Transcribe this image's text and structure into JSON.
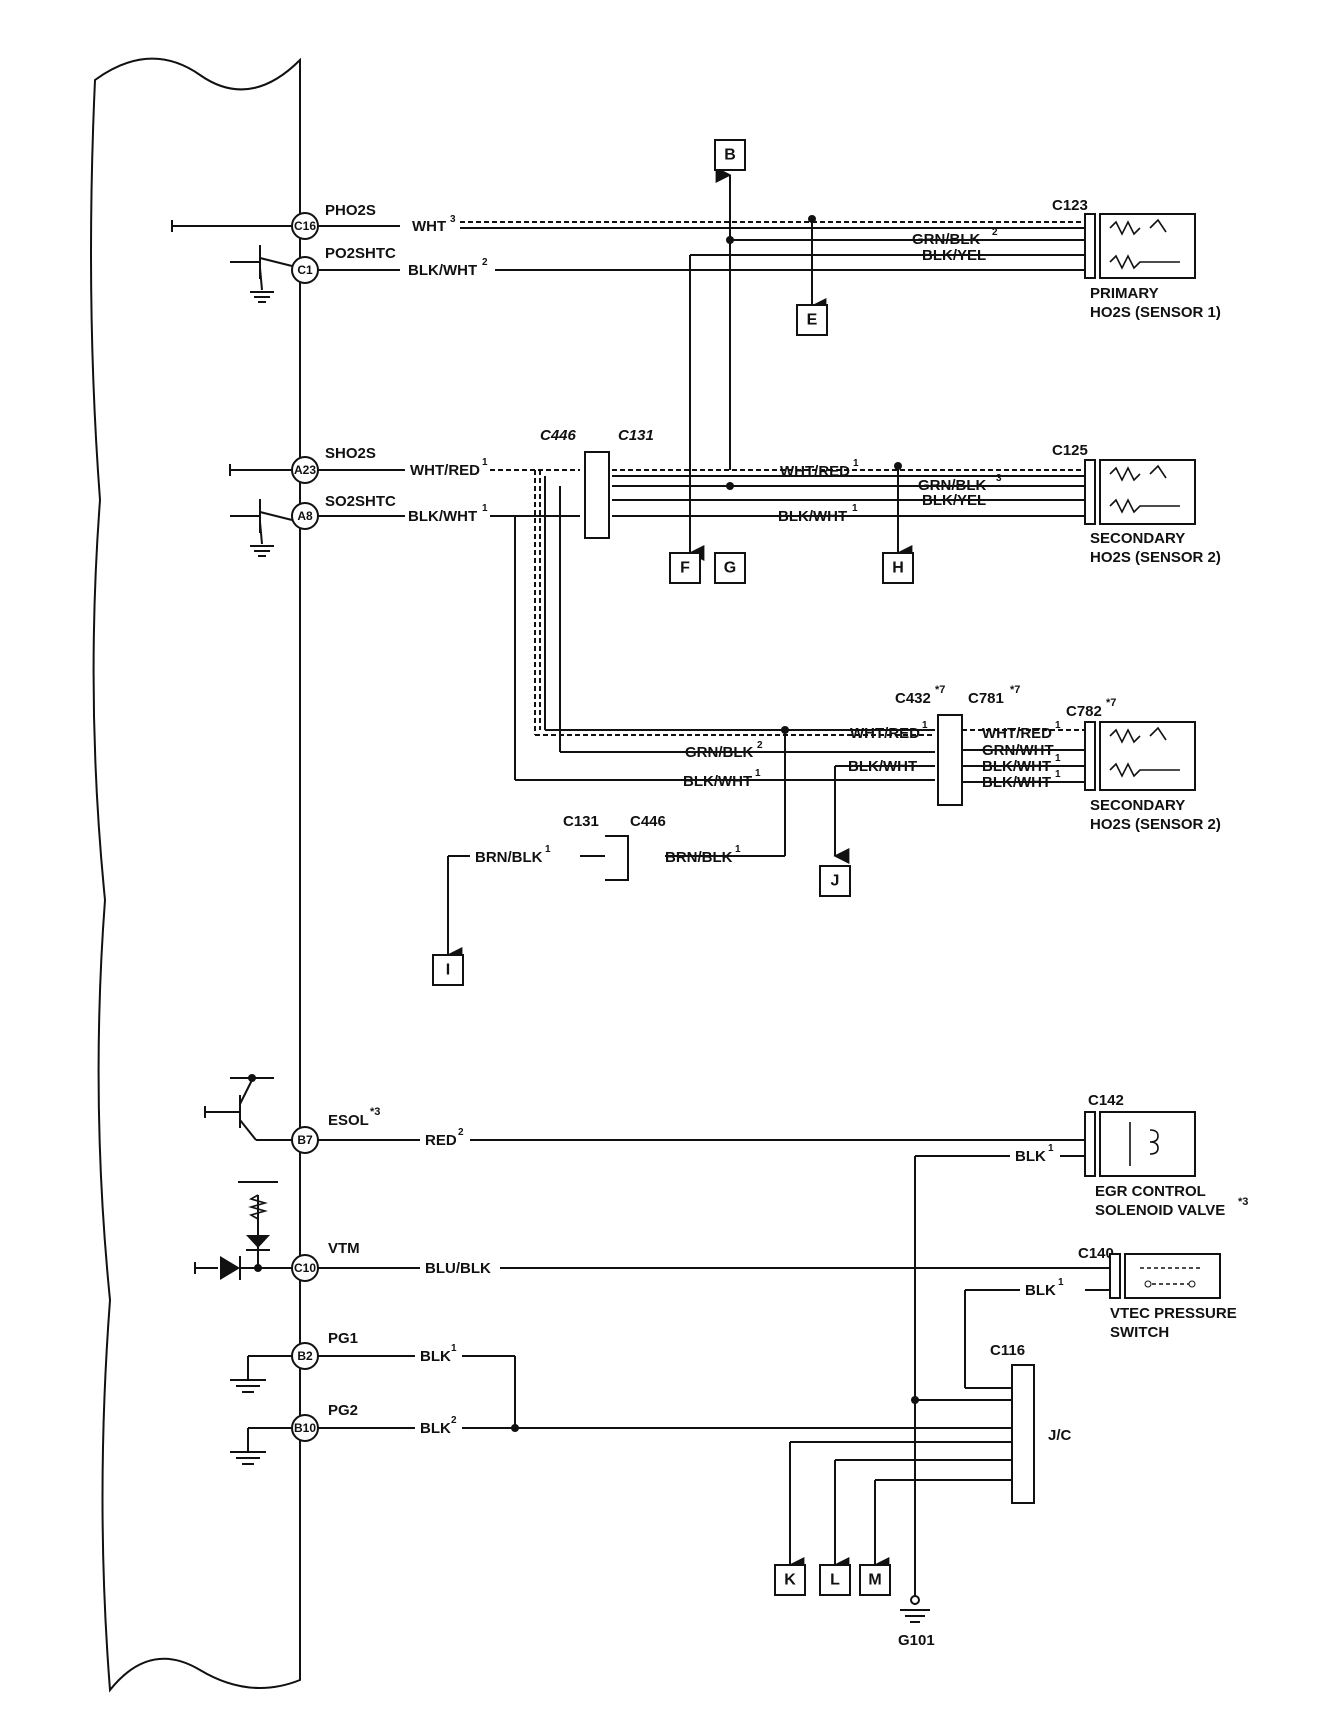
{
  "ecm": {
    "pins": [
      {
        "id": "C16",
        "signal": "PHO2S"
      },
      {
        "id": "C1",
        "signal": "PO2SHTC"
      },
      {
        "id": "A23",
        "signal": "SHO2S"
      },
      {
        "id": "A8",
        "signal": "SO2SHTC"
      },
      {
        "id": "B7",
        "signal": "ESOL",
        "sup": "*3"
      },
      {
        "id": "C10",
        "signal": "VTM"
      },
      {
        "id": "B2",
        "signal": "PG1"
      },
      {
        "id": "B10",
        "signal": "PG2"
      }
    ]
  },
  "wires": {
    "wht3": "WHT",
    "wht3_sup": "3",
    "blkwht2": "BLK/WHT",
    "blkwht2_sup": "2",
    "grnblk2": "GRN/BLK",
    "grnblk2_sup": "2",
    "blkyel": "BLK/YEL",
    "whtred1": "WHT/RED",
    "whtred1_sup": "1",
    "blkwht1": "BLK/WHT",
    "blkwht1_sup": "1",
    "grnblk3": "GRN/BLK",
    "grnblk3_sup": "3",
    "grnwht": "GRN/WHT",
    "blkwht": "BLK/WHT",
    "brnblk1": "BRN/BLK",
    "brnblk1_sup": "1",
    "red2": "RED",
    "red2_sup": "2",
    "blk1": "BLK",
    "blk1_sup": "1",
    "blublk": "BLU/BLK",
    "blk2": "BLK",
    "blk2_sup": "2"
  },
  "connectors": {
    "c123": "C123",
    "c125": "C125",
    "c446": "C446",
    "c131": "C131",
    "c432": "C432",
    "c432_sup": "*7",
    "c781": "C781",
    "c781_sup": "*7",
    "c782": "C782",
    "c782_sup": "*7",
    "c142": "C142",
    "c140": "C140",
    "c116": "C116",
    "jc": "J/C",
    "g101": "G101"
  },
  "components": {
    "primary_l1": "PRIMARY",
    "primary_l2": "HO2S (SENSOR 1)",
    "secondary_l1": "SECONDARY",
    "secondary_l2": "HO2S (SENSOR 2)",
    "egr_l1": "EGR CONTROL",
    "egr_l2": "SOLENOID VALVE",
    "egr_sup": "*3",
    "vtec_l1": "VTEC PRESSURE",
    "vtec_l2": "SWITCH"
  },
  "refs": {
    "B": "B",
    "E": "E",
    "F": "F",
    "G": "G",
    "H": "H",
    "I": "I",
    "J": "J",
    "K": "K",
    "L": "L",
    "M": "M"
  }
}
